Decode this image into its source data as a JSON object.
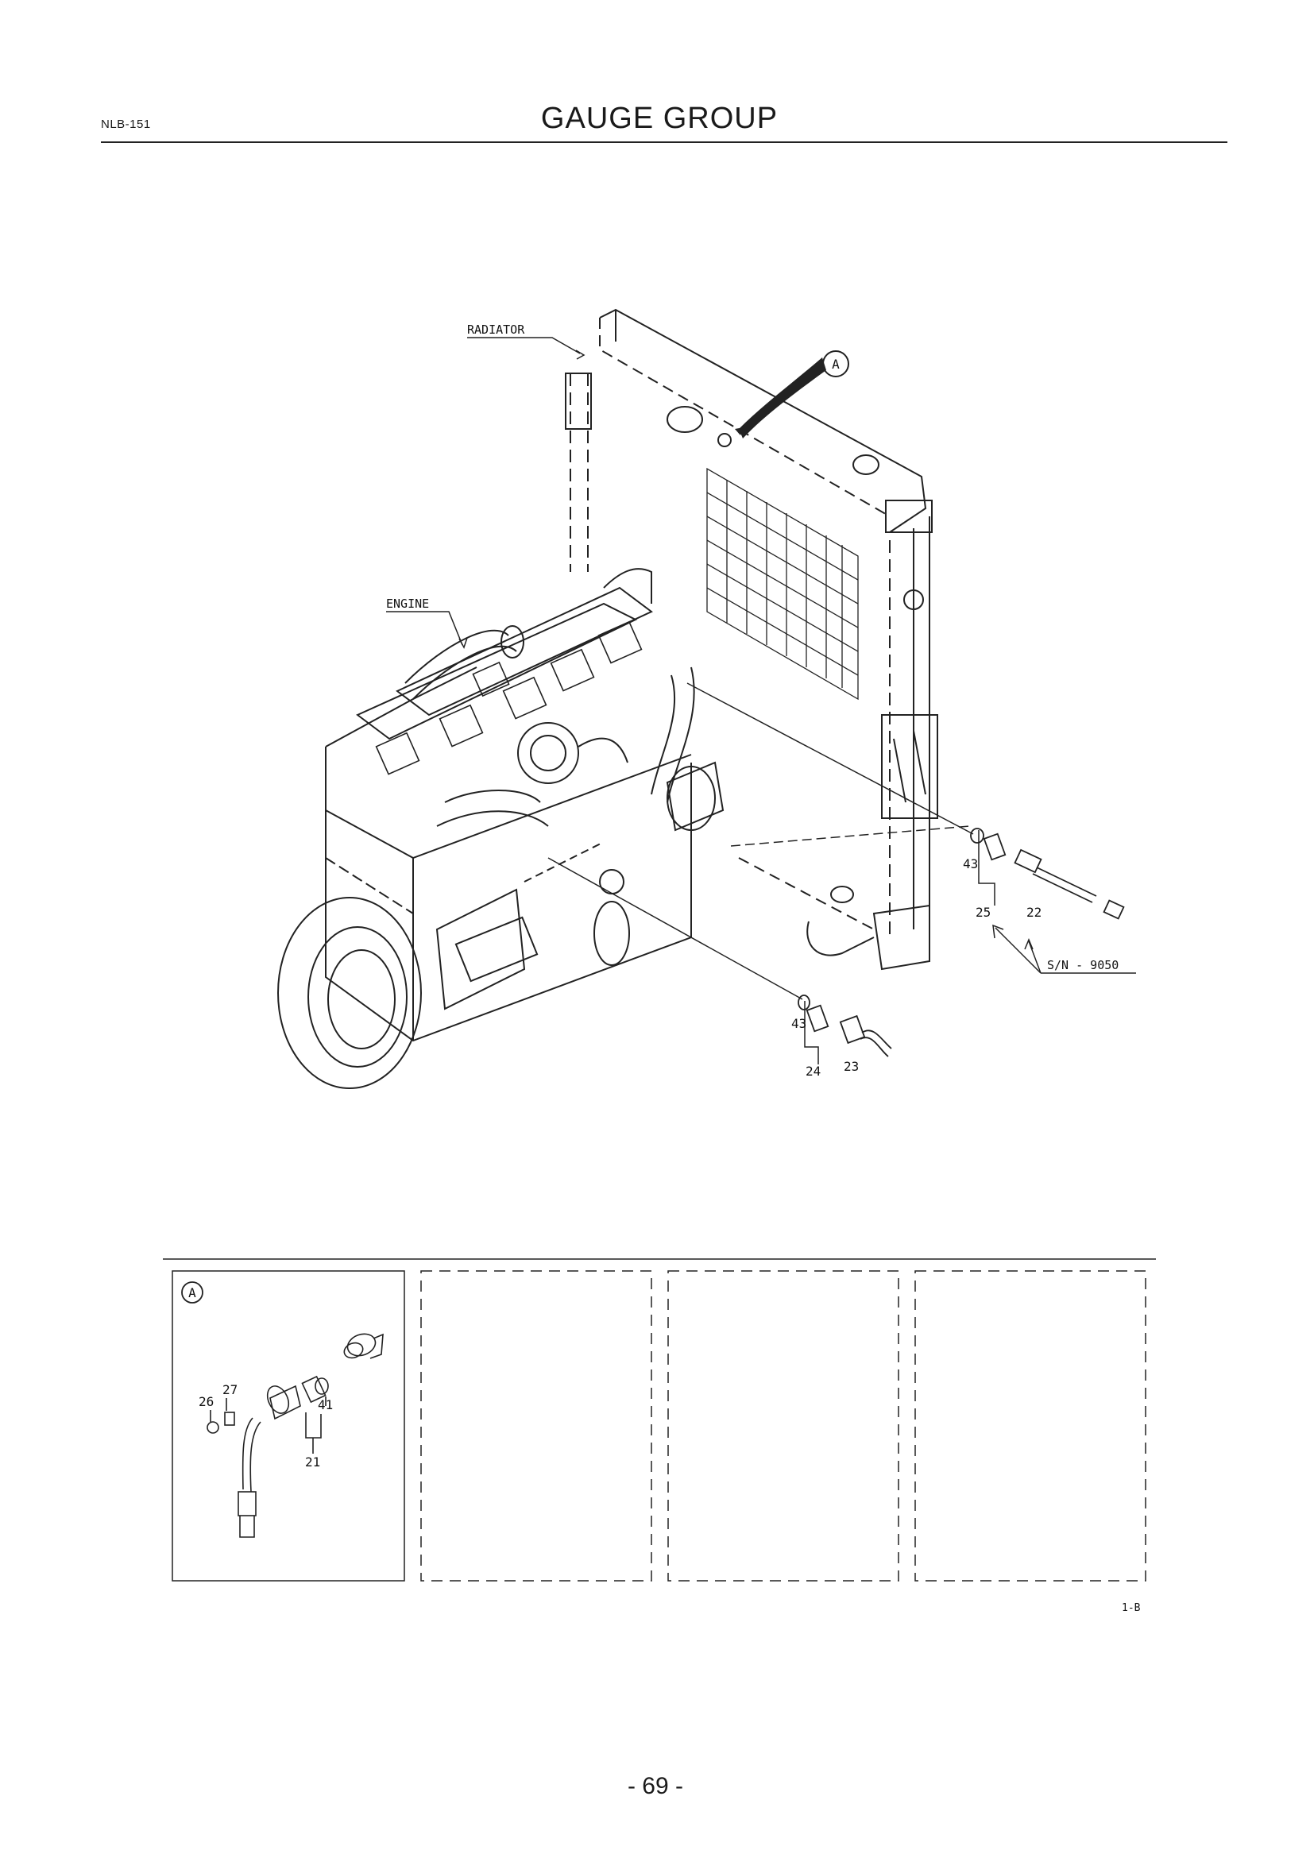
{
  "header": {
    "doc_code": "NLB-151",
    "title": "GAUGE GROUP"
  },
  "labels": {
    "radiator": "RADIATOR",
    "engine": "ENGINE",
    "view_marker": "A",
    "serial_note": "S/N - 9050",
    "sheet_ref": "1-B"
  },
  "callouts": {
    "main": [
      "43",
      "25",
      "22",
      "43",
      "24",
      "23"
    ],
    "detail_a": [
      "26",
      "27",
      "41",
      "21"
    ]
  },
  "footer": {
    "page_number": "- 69 -"
  }
}
